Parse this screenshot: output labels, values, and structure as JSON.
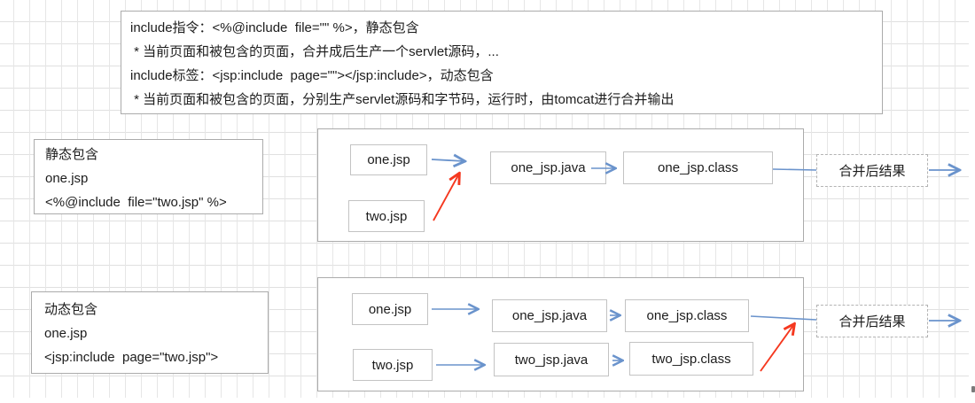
{
  "note_box": {
    "lines": [
      "include指令：<%@include  file=\"\" %>，静态包含",
      " * 当前页面和被包含的页面，合并成后生产一个servlet源码，...",
      "include标签：<jsp:include  page=\"\"></jsp:include>，动态包含",
      " * 当前页面和被包含的页面，分别生产servlet源码和字节码，运行时，由tomcat进行合并输出"
    ]
  },
  "static_section": {
    "label_box": {
      "title": "静态包含",
      "line2": "one.jsp",
      "line3": "<%@include  file=\"two.jsp\" %>"
    },
    "nodes": {
      "one_jsp": "one.jsp",
      "two_jsp": "two.jsp",
      "one_jsp_java": "one_jsp.java",
      "one_jsp_class": "one_jsp.class"
    },
    "result_label": "合并后结果"
  },
  "dynamic_section": {
    "label_box": {
      "title": "动态包含",
      "line2": "one.jsp",
      "line3": "<jsp:include  page=\"two.jsp\">"
    },
    "nodes": {
      "one_jsp": "one.jsp",
      "two_jsp": "two.jsp",
      "one_jsp_java": "one_jsp.java",
      "one_jsp_class": "one_jsp.class",
      "two_jsp_java": "two_jsp.java",
      "two_jsp_class": "two_jsp.class"
    },
    "result_label": "合并后结果"
  },
  "colors": {
    "blue_arrow": "#6a93cc",
    "red_arrow": "#f5381f",
    "grid_line": "#e6e6e6",
    "panel_border": "#ababab",
    "node_border": "#c3c3c3",
    "dashed_border": "#b3b3b3"
  }
}
